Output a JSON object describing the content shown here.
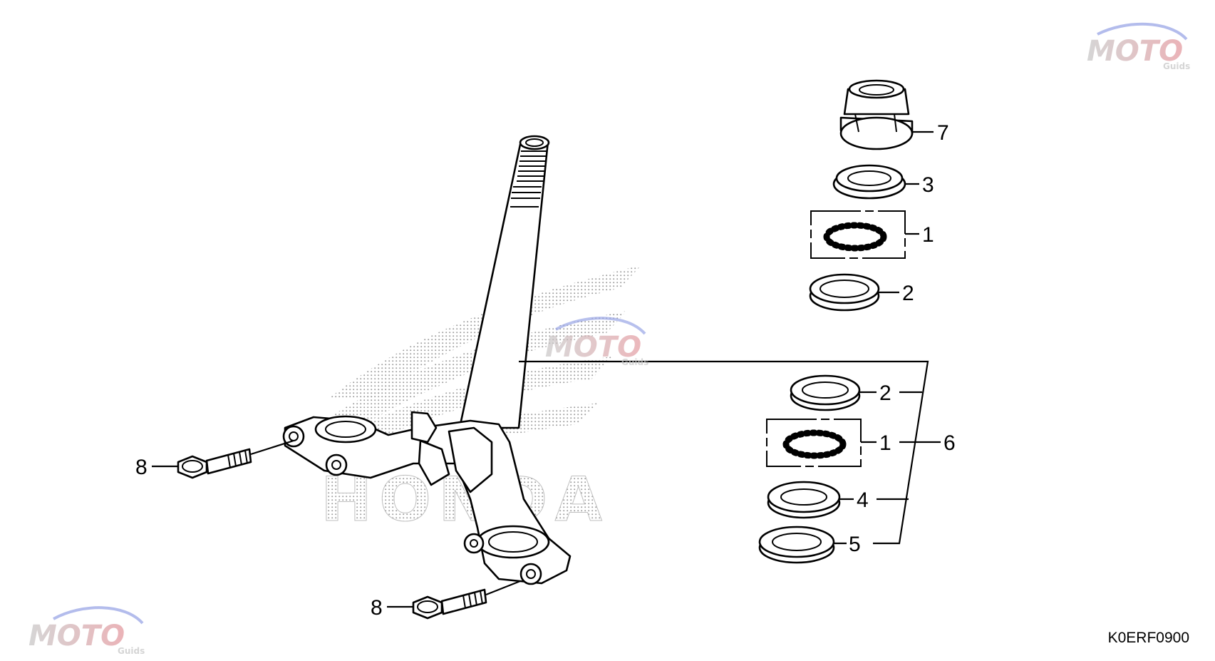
{
  "diagram": {
    "drawing_code": "K0ERF0900",
    "watermark": {
      "word": "MOTO",
      "sub": "Guids"
    },
    "background_mark": "HONDA",
    "callouts": [
      {
        "id": "c7",
        "label": "7"
      },
      {
        "id": "c3",
        "label": "3"
      },
      {
        "id": "c1a",
        "label": "1"
      },
      {
        "id": "c2a",
        "label": "2"
      },
      {
        "id": "c2b",
        "label": "2"
      },
      {
        "id": "c1b",
        "label": "1"
      },
      {
        "id": "c6",
        "label": "6"
      },
      {
        "id": "c4",
        "label": "4"
      },
      {
        "id": "c5",
        "label": "5"
      },
      {
        "id": "c8a",
        "label": "8"
      },
      {
        "id": "c8b",
        "label": "8"
      }
    ]
  }
}
